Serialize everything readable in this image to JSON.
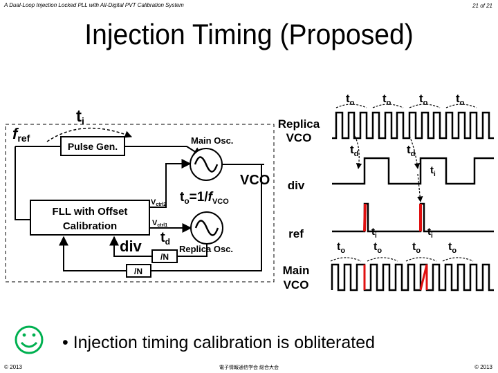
{
  "header": {
    "subtitle": "A Dual-Loop Injection Locked PLL with All-Digital PVT Calibration System",
    "page_number": "21 of 21"
  },
  "title": "Injection Timing (Proposed)",
  "block_diagram": {
    "fref": "f",
    "fref_sub": "ref",
    "ti_label": "t",
    "ti_sub": "i",
    "pulse_gen": "Pulse Gen.",
    "main_osc": "Main Osc.",
    "vco_label": "VCO",
    "fll_line1": "FLL with Offset",
    "fll_line2": "Calibration",
    "vctrl2": "V",
    "vctrl2_sub": "ctrl2",
    "vctrl1": "V",
    "vctrl1_sub": "ctrl1",
    "td_label": "t",
    "td_sub": "d",
    "replica_osc": "Replica Osc.",
    "div_label": "div",
    "divN_1": "/N",
    "divN_2": "/N",
    "to_eq_a": "t",
    "to_eq_sub": "o",
    "to_eq_b": "=1/",
    "to_eq_f": "f",
    "to_eq_fsub": "VCO"
  },
  "waveforms": {
    "replica_vco_line1": "Replica",
    "replica_vco_line2": "VCO",
    "div_label": "div",
    "ref_label": "ref",
    "main_vco_line1": "Main",
    "main_vco_line2": "VCO",
    "to": "t",
    "to_sub": "o",
    "td": "t",
    "td_sub": "d",
    "ti": "t",
    "ti_sub": "i"
  },
  "bullet": "• Injection timing calibration is obliterated",
  "footer": {
    "left": "© 2013",
    "center": "電子情報通信学会 総合大会",
    "right": "© 2013"
  },
  "colors": {
    "highlight": "#e01010",
    "line": "#000000",
    "smiley": "#00b050"
  },
  "icons": {
    "smiley": "smiley-icon",
    "sine": "sine-wave-icon"
  }
}
